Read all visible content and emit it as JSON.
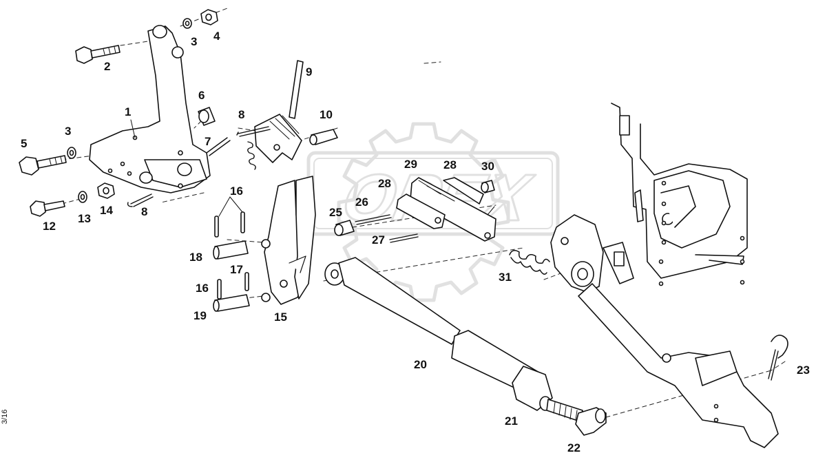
{
  "watermark": {
    "text": "OPEX"
  },
  "side_code": "3/16",
  "callouts": [
    {
      "id": "1",
      "text": "1"
    },
    {
      "id": "2",
      "text": "2"
    },
    {
      "id": "3a",
      "text": "3"
    },
    {
      "id": "3b",
      "text": "3"
    },
    {
      "id": "4",
      "text": "4"
    },
    {
      "id": "5",
      "text": "5"
    },
    {
      "id": "6",
      "text": "6"
    },
    {
      "id": "7",
      "text": "7"
    },
    {
      "id": "8a",
      "text": "8"
    },
    {
      "id": "8b",
      "text": "8"
    },
    {
      "id": "9",
      "text": "9"
    },
    {
      "id": "10",
      "text": "10"
    },
    {
      "id": "12",
      "text": "12"
    },
    {
      "id": "13",
      "text": "13"
    },
    {
      "id": "14",
      "text": "14"
    },
    {
      "id": "15",
      "text": "15"
    },
    {
      "id": "16a",
      "text": "16"
    },
    {
      "id": "16b",
      "text": "16"
    },
    {
      "id": "17",
      "text": "17"
    },
    {
      "id": "18",
      "text": "18"
    },
    {
      "id": "19",
      "text": "19"
    },
    {
      "id": "20",
      "text": "20"
    },
    {
      "id": "21",
      "text": "21"
    },
    {
      "id": "22",
      "text": "22"
    },
    {
      "id": "23",
      "text": "23"
    },
    {
      "id": "25",
      "text": "25"
    },
    {
      "id": "26",
      "text": "26"
    },
    {
      "id": "27",
      "text": "27"
    },
    {
      "id": "28a",
      "text": "28"
    },
    {
      "id": "28b",
      "text": "28"
    },
    {
      "id": "29",
      "text": "29"
    },
    {
      "id": "30",
      "text": "30"
    },
    {
      "id": "31",
      "text": "31"
    }
  ]
}
